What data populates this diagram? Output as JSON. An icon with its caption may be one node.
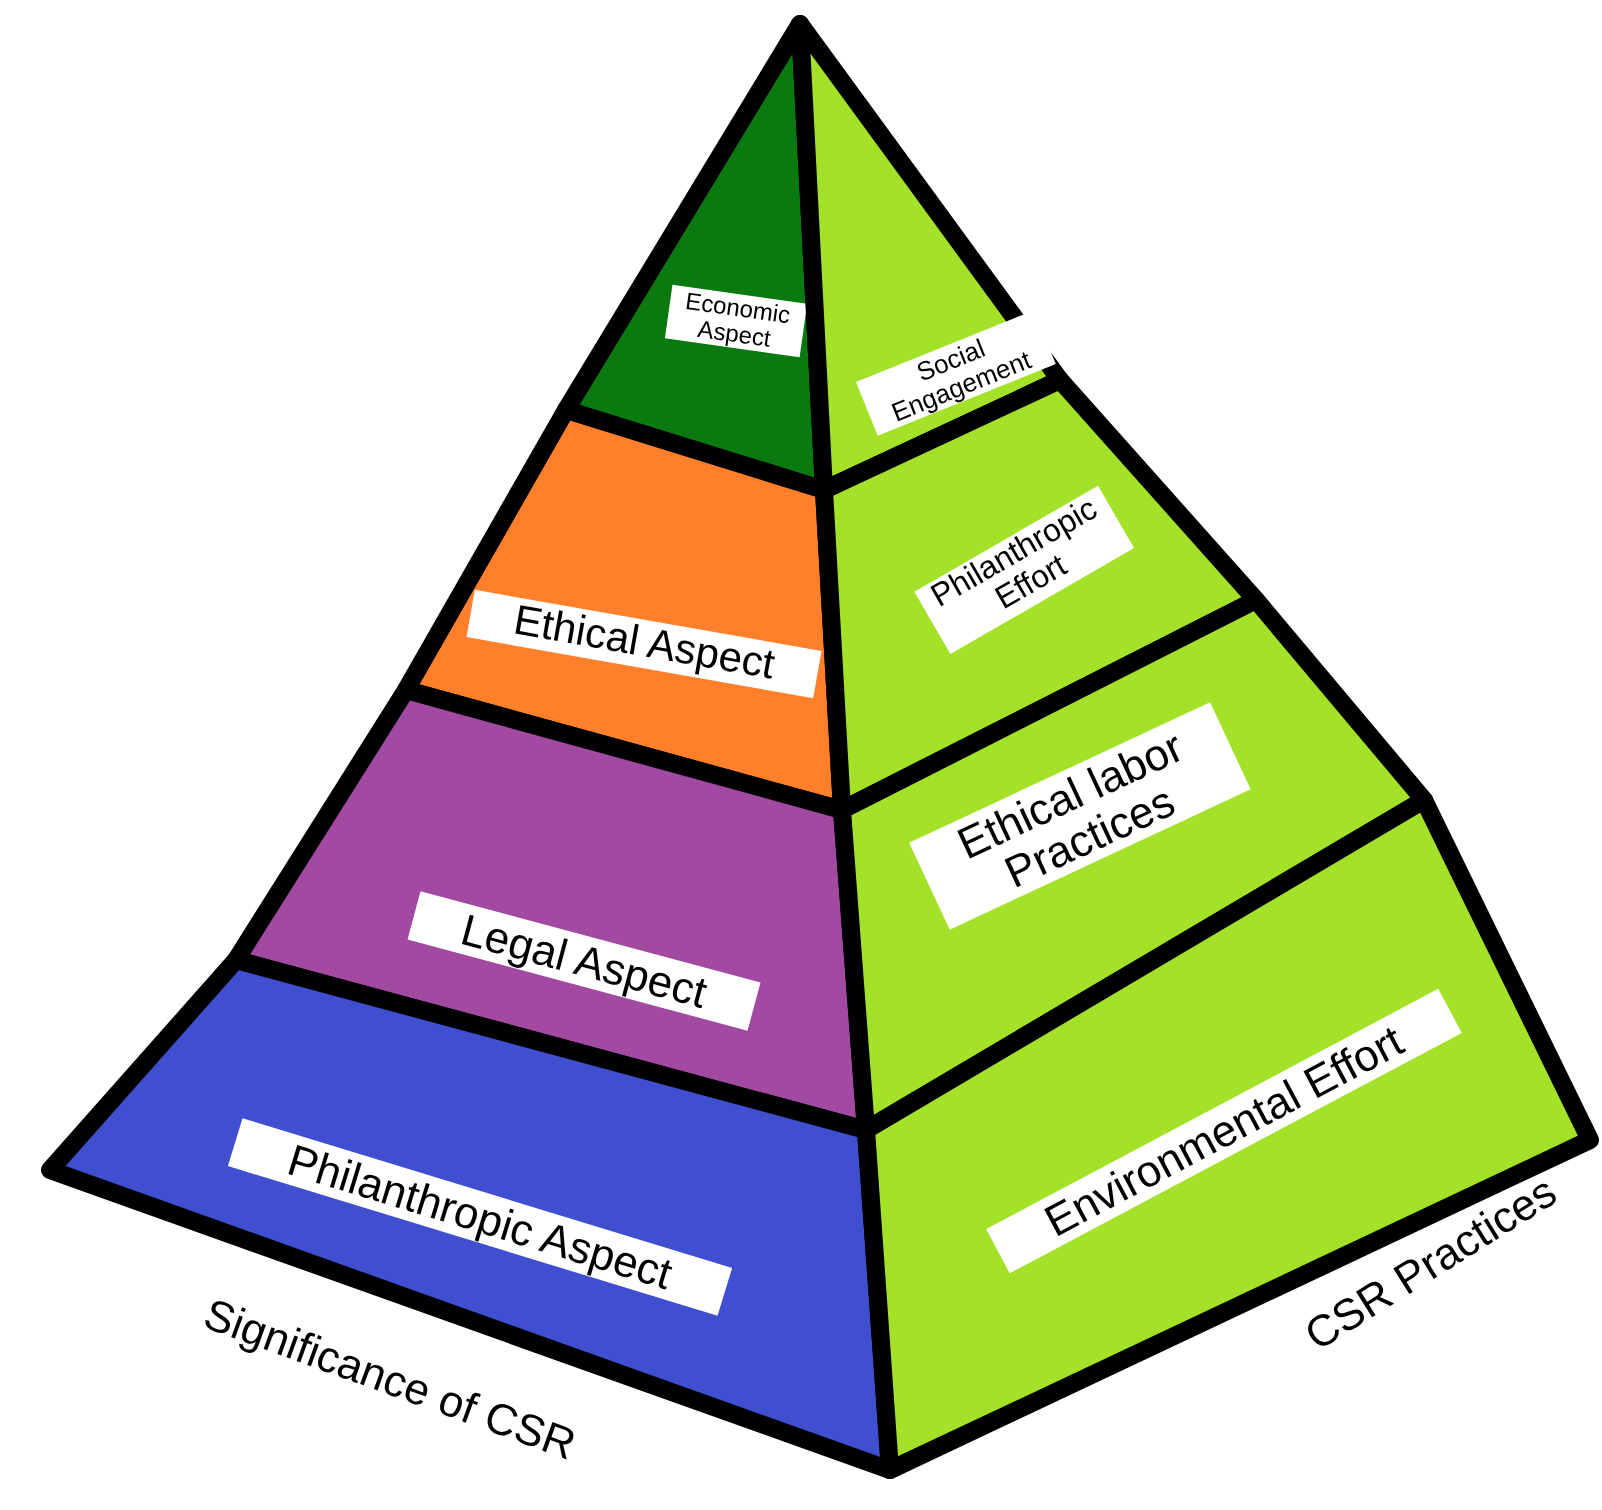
{
  "diagram": {
    "nodes": [
      {
        "text": [
          "Economic Aspect"
        ]
      },
      {
        "text": [
          "Ethical Aspect"
        ]
      },
      {
        "text": [
          "Legal Aspect"
        ]
      },
      {
        "text": [
          "Philanthropic Aspect"
        ]
      },
      {
        "text": [
          "Social Engagement"
        ]
      },
      {
        "text": [
          "Philanthropic Effort"
        ]
      },
      {
        "text": [
          "Ethical labor Practices"
        ]
      },
      {
        "text": [
          "Environmental Effort"
        ]
      }
    ],
    "edges": [],
    "labels": [
      "Significance of CSR",
      "CSR Practices"
    ]
  }
}
